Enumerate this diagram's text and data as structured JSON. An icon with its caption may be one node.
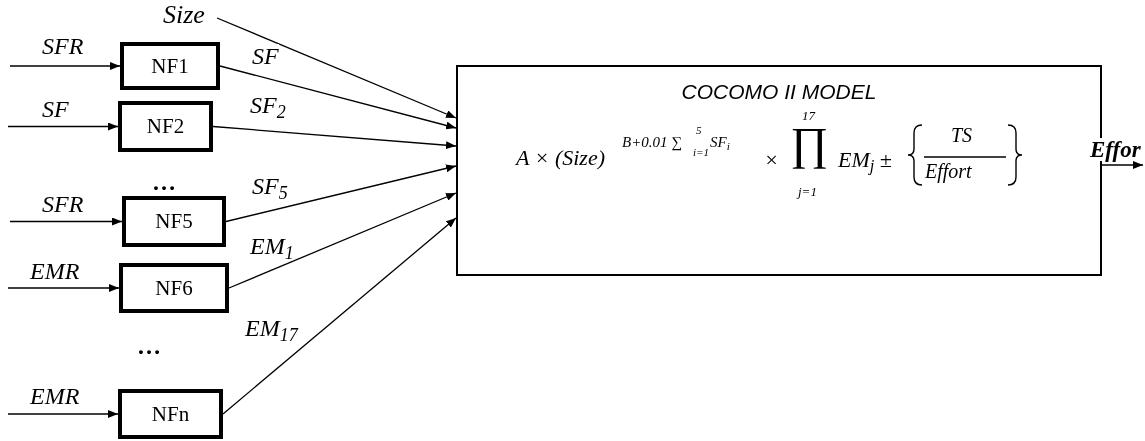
{
  "diagram": {
    "nodes": [
      {
        "text": [
          "Size"
        ]
      },
      {
        "text": [
          "NF1"
        ]
      },
      {
        "text": [
          "NF2"
        ]
      },
      {
        "text": [
          "NF5"
        ]
      },
      {
        "text": [
          "NF6"
        ]
      },
      {
        "text": [
          "NFn"
        ]
      },
      {
        "text": [
          "COCOMO II MODEL",
          "A × (Size)",
          "B+0.01 ∑",
          "5",
          "i=1",
          "SF$_{i}$",
          "×",
          "17",
          "∏",
          "j=1",
          "EM$_{j}$ ±",
          "TS",
          "Effort"
        ]
      }
    ],
    "edges": [
      {
        "from": null,
        "to": 1,
        "arrow": "to",
        "label": "SFR"
      },
      {
        "from": null,
        "to": 2,
        "arrow": "to",
        "label": "SF"
      },
      {
        "from": null,
        "to": 3,
        "arrow": "to",
        "label": "SFR"
      },
      {
        "from": null,
        "to": 4,
        "arrow": "to",
        "label": "EMR"
      },
      {
        "from": null,
        "to": 5,
        "arrow": "to",
        "label": "EMR"
      },
      {
        "from": 0,
        "to": 6,
        "arrow": "to"
      },
      {
        "from": 1,
        "to": 6,
        "arrow": "to",
        "label": "SF"
      },
      {
        "from": 2,
        "to": 6,
        "arrow": "to",
        "label": "SF$_{2}$"
      },
      {
        "from": 3,
        "to": 6,
        "arrow": "to",
        "label": "SF$_{5}$"
      },
      {
        "from": 4,
        "to": 6,
        "arrow": "to",
        "label": "EM$_{1}$"
      },
      {
        "from": 5,
        "to": 6,
        "arrow": "to",
        "label": "EM$_{17}$"
      },
      {
        "from": 6,
        "to": null,
        "arrow": "to",
        "label": "Effor"
      }
    ],
    "labels": [
      "…",
      "…"
    ]
  }
}
